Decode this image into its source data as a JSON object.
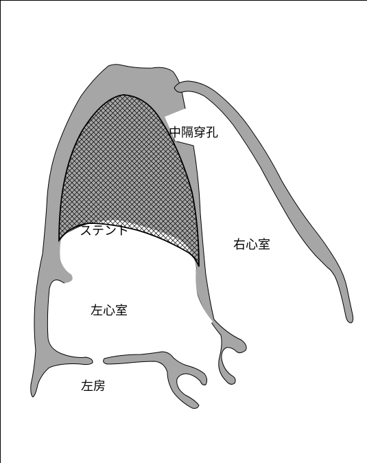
{
  "labels": {
    "septal_perforation": "中隔穿孔",
    "stent": "ステント",
    "right_ventricle": "右心室",
    "left_ventricle": "左心室",
    "left_atrium": "左房"
  },
  "colors": {
    "tissue": "#a6a6a6",
    "outline": "#000000",
    "background": "#ffffff",
    "hatch": "#000000"
  }
}
